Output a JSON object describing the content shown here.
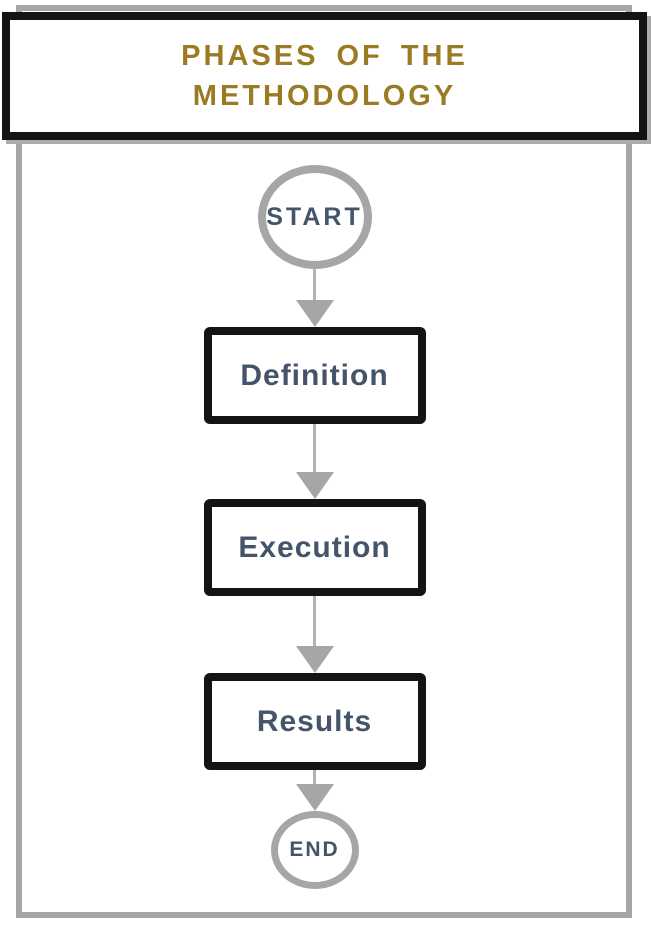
{
  "diagram": {
    "title": {
      "line1": "PHASES OF THE",
      "line2": "METHODOLOGY"
    },
    "nodes": [
      {
        "id": "start",
        "type": "terminator",
        "label": "START"
      },
      {
        "id": "definition",
        "type": "process",
        "label": "Definition"
      },
      {
        "id": "execution",
        "type": "process",
        "label": "Execution"
      },
      {
        "id": "results",
        "type": "process",
        "label": "Results"
      },
      {
        "id": "end",
        "type": "terminator",
        "label": "END"
      }
    ],
    "flow_order": [
      "start",
      "definition",
      "execution",
      "results",
      "end"
    ],
    "colors": {
      "title_text": "#9a7b24",
      "node_text": "#44546a",
      "process_border": "#141414",
      "terminator_border": "#a6a6a6",
      "arrow": "#a6a6a6",
      "frame_border": "#a6a6a6",
      "background": "#ffffff"
    }
  }
}
